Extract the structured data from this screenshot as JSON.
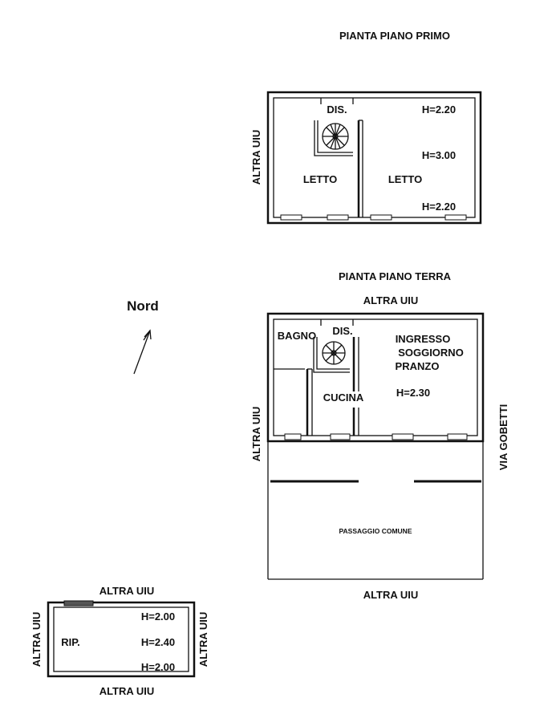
{
  "first_floor": {
    "title": "PIANTA PIANO PRIMO",
    "side_left": "ALTRA UIU",
    "rooms": {
      "dis": "DIS.",
      "letto_left": "LETTO",
      "letto_right": "LETTO"
    },
    "heights": {
      "top": "H=2.20",
      "middle": "H=3.00",
      "bottom": "H=2.20"
    }
  },
  "ground_floor": {
    "title": "PIANTA PIANO TERRA",
    "side_top": "ALTRA UIU",
    "side_left": "ALTRA UIU",
    "side_right": "VIA GOBETTI",
    "side_bottom": "ALTRA UIU",
    "rooms": {
      "bagno": "BAGNO",
      "dis": "DIS.",
      "ingresso_1": "INGRESSO",
      "ingresso_2": "SOGGIORNO",
      "ingresso_3": "PRANZO",
      "cucina": "CUCINA",
      "passaggio": "PASSAGGIO COMUNE"
    },
    "height": "H=2.30"
  },
  "north": {
    "label": "Nord"
  },
  "storage": {
    "side_top": "ALTRA UIU",
    "side_bottom": "ALTRA UIU",
    "side_left": "ALTRA UIU",
    "side_right": "ALTRA UIU",
    "room": "RIP.",
    "heights": {
      "top": "H=2.00",
      "middle": "H=2.40",
      "bottom": "H=2.00"
    }
  }
}
